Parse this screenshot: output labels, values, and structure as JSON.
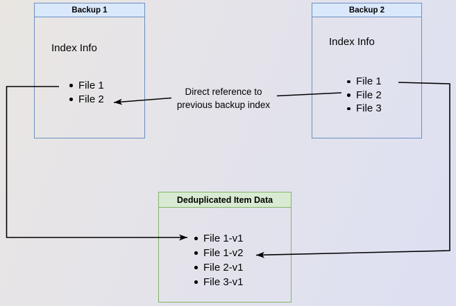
{
  "diagram": {
    "backup1": {
      "title": "Backup 1",
      "section_label": "Index Info",
      "files": [
        "File 1",
        "File 2"
      ]
    },
    "backup2": {
      "title": "Backup 2",
      "section_label": "Index Info",
      "files": [
        "File 1",
        "File 2",
        "File 3"
      ]
    },
    "dedup": {
      "title": "Deduplicated Item Data",
      "files": [
        "File 1-v1",
        "File 1-v2",
        "File 2-v1",
        "File 3-v1"
      ]
    },
    "edge_label": {
      "line1": "Direct reference to",
      "line2": "previous backup index"
    },
    "colors": {
      "backup_header_fill": "#dae8fc",
      "backup_border": "#6c8ebf",
      "dedup_header_fill": "#d9ead3",
      "dedup_border": "#82b366",
      "connector": "#000000",
      "text": "#000000"
    }
  }
}
